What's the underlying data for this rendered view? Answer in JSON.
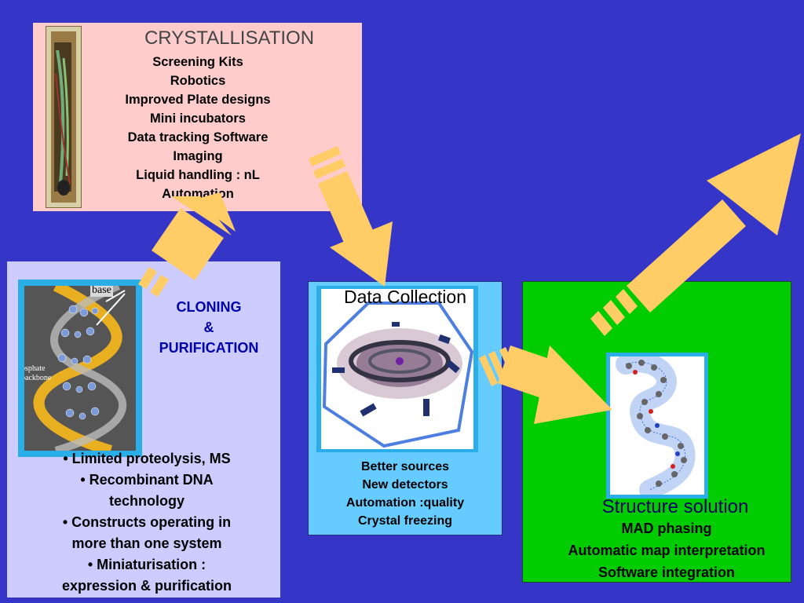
{
  "crystallisation": {
    "title": "CRYSTALLISATION",
    "items": [
      "Screening Kits",
      "Robotics",
      "Improved Plate designs",
      "Mini incubators",
      "Data tracking Software",
      "Imaging",
      "Liquid handling : nL",
      "Automation"
    ]
  },
  "cloning": {
    "title_lines": [
      "CLONING",
      "&",
      "PURIFICATION"
    ],
    "items": [
      "•  Limited proteolysis, MS",
      "• Recombinant DNA",
      "technology",
      "• Constructs operating in",
      "more than one system",
      "•  Miniaturisation :",
      "expression & purification"
    ],
    "dna_labels": {
      "base": "base",
      "phosphate": "phosphate",
      "backbone": "backbone"
    }
  },
  "data_collection": {
    "title": "Data Collection",
    "items": [
      "Better sources",
      "New detectors",
      "Automation :quality",
      "Crystal freezing"
    ]
  },
  "structure": {
    "title": "Structure solution",
    "items": [
      "MAD phasing",
      "Automatic map interpretation",
      "Software integration"
    ]
  },
  "colors": {
    "background": "#3535c8",
    "arrow": "#ffcc66",
    "crystallisation_bg": "#ffcccc",
    "cloning_bg": "#ccccff",
    "data_collection_bg": "#66ccff",
    "structure_bg": "#00cc00"
  }
}
